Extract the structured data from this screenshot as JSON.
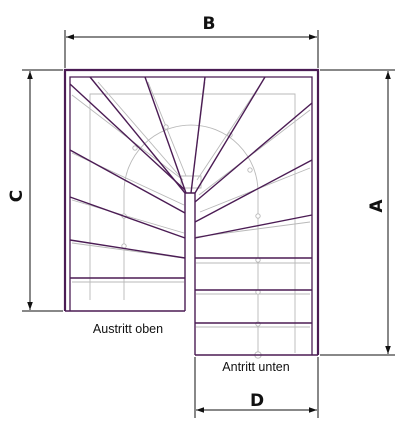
{
  "labels": {
    "width_b": "B",
    "height_a": "A",
    "height_c": "C",
    "width_d": "D",
    "exit_top": "Austritt oben",
    "entry_bottom": "Antritt unten"
  },
  "colors": {
    "outline": "#4b1c54",
    "dimension": "#111111",
    "guide": "#b9b9b9",
    "background": "#ffffff"
  }
}
